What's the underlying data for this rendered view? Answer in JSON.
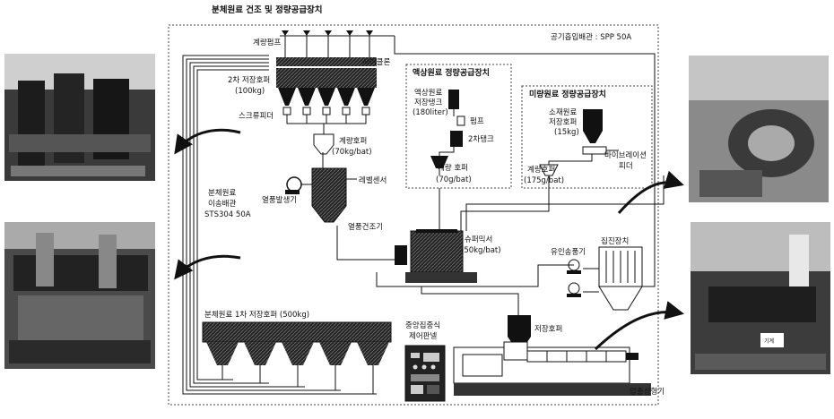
{
  "diagram": {
    "title": "분체원료 건조 및 정량공급장치",
    "labels": {
      "metering_pump": "계량펌프",
      "cyclone": "사이클론",
      "secondary_hopper": "2차 저장호퍼",
      "secondary_hopper_cap": "(100kg)",
      "screw_feeder": "스크류피더",
      "weigh_hopper": "계량호퍼",
      "weigh_hopper_cap": "(70kg/bat)",
      "level_sensor": "레벨센서",
      "blower": "열풍발생기",
      "dryer": "열풍건조기",
      "transfer_pipe": "분체원료",
      "transfer_pipe2": "이송배관",
      "transfer_pipe_spec": "STS304 50A",
      "primary_hopper": "분체원료 1차 저장호퍼 (500kg)",
      "air_pipe": "공기흡입배관 : SPP 50A",
      "liquid_title": "액상원료 정량공급장치",
      "liquid_tank": "액상원료",
      "liquid_tank2": "저장탱크",
      "liquid_tank_cap": "(180liter)",
      "pump": "펌프",
      "secondary_tank": "2차탱크",
      "liquid_weigh": "계량 호퍼",
      "liquid_weigh_cap": "(70g/bat)",
      "minor_title": "미량원료 정량공급장치",
      "minor_hopper": "소재원료",
      "minor_hopper2": "저장호퍼",
      "minor_hopper_cap": "(15kg)",
      "vibration_feeder": "바이브레이션",
      "vibration_feeder2": "피더",
      "minor_weigh": "계량호퍼",
      "minor_weigh_cap": "(175g/bat)",
      "super_mixer": "슈퍼믹서",
      "super_mixer_cap": "(50kg/bat)",
      "induction_blower": "유인송풍기",
      "dust_collector": "집진장치",
      "storage_hopper": "저장호퍼",
      "control_panel": "중앙집중식",
      "control_panel2": "제어판넬",
      "extruder": "압출성형기"
    }
  }
}
